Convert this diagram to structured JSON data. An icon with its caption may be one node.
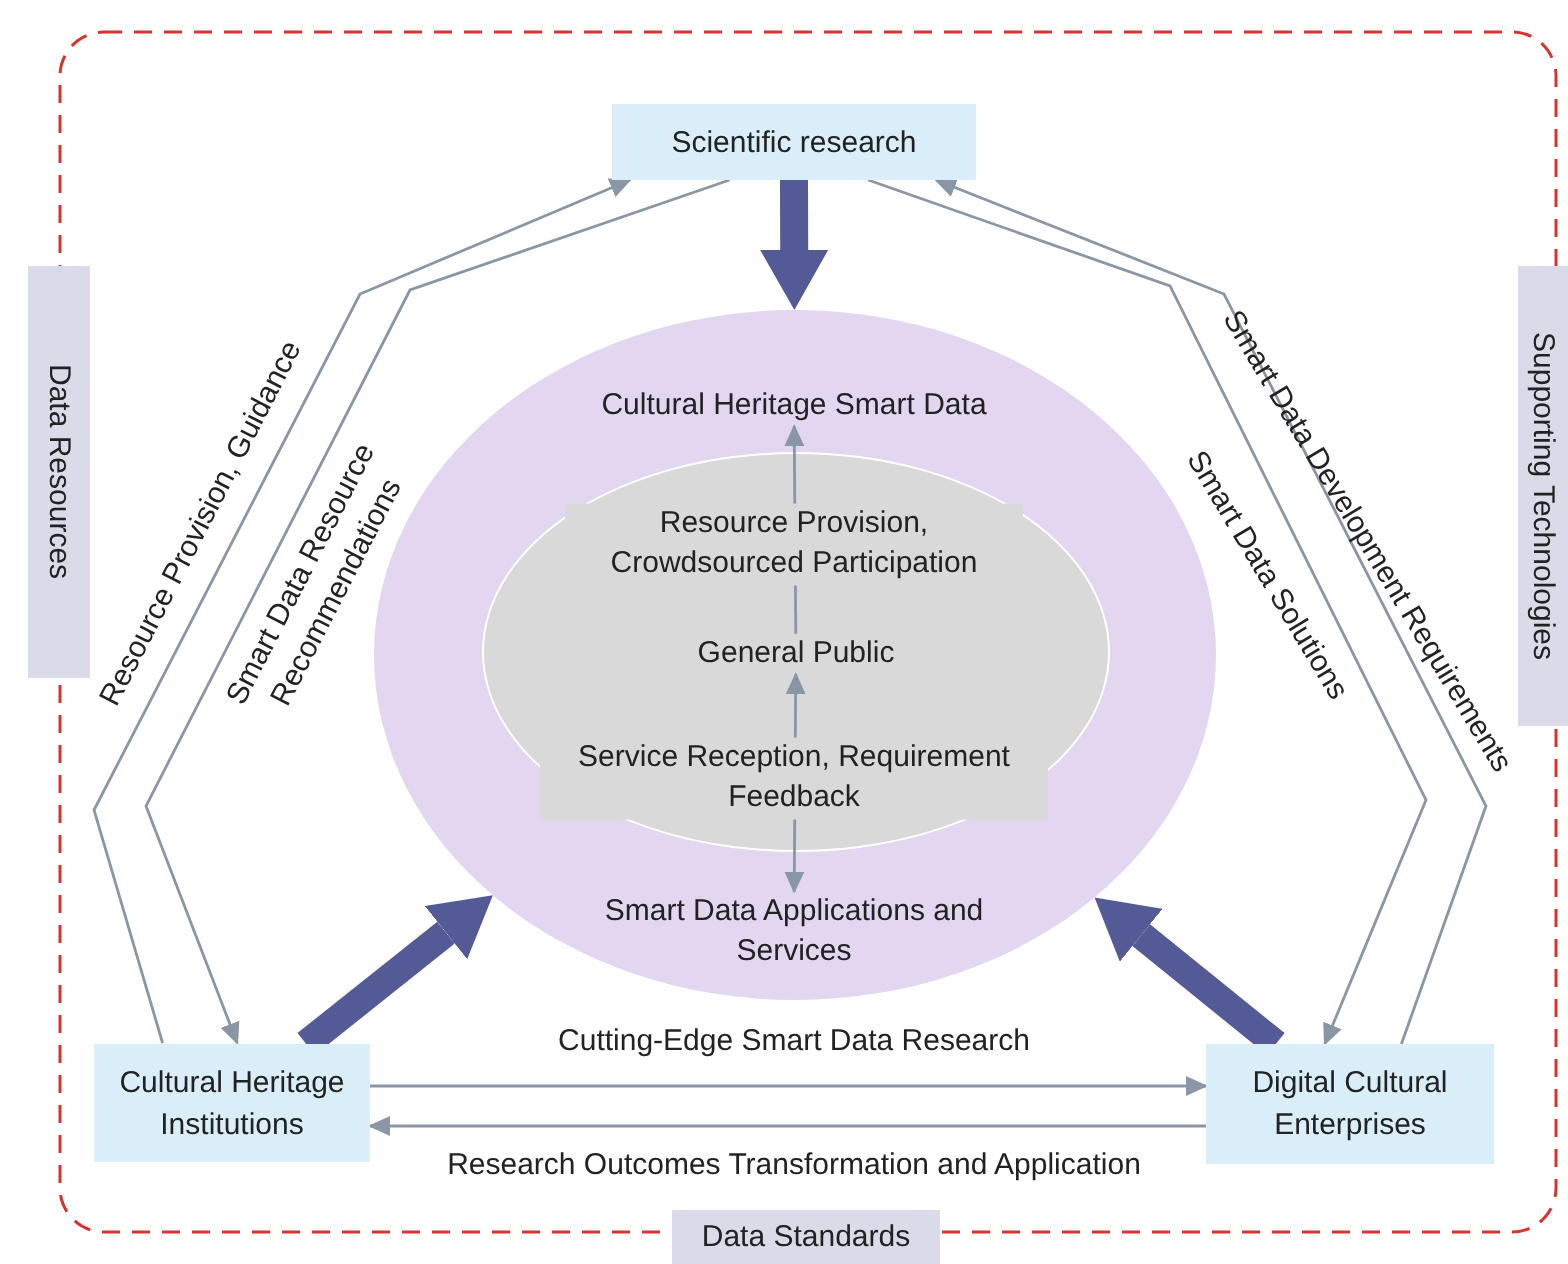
{
  "diagram": {
    "nodes": [
      {
        "text": [
          "Scientific research"
        ]
      },
      {
        "text": [
          "Data Resources"
        ]
      },
      {
        "text": [
          "Supporting Technologies"
        ]
      },
      {
        "text": [],
        "shape": "ellipse"
      },
      {
        "text": [
          "Cultural Heritage Smart Data"
        ],
        "in": 3
      },
      {
        "text": [],
        "shape": "ellipse",
        "in": 3
      },
      {
        "text": [
          "General Public"
        ],
        "in": 5
      },
      {
        "text": [
          "Smart Data Applications and Services"
        ],
        "in": 3
      },
      {
        "text": [
          "Cultural Heritage Institutions"
        ]
      },
      {
        "text": [
          "Digital Cultural Enterprises"
        ]
      },
      {
        "text": [
          "Data Standards"
        ]
      }
    ],
    "edges": [
      {
        "from": 0,
        "to": 3,
        "arrow": "to",
        "style": "thick",
        "color": "#545a96"
      },
      {
        "from": 8,
        "to": 3,
        "arrow": "to",
        "style": "thick",
        "color": "#545a96"
      },
      {
        "from": 9,
        "to": 3,
        "arrow": "to",
        "style": "thick",
        "color": "#545a96"
      },
      {
        "from": 6,
        "to": 4,
        "arrow": "to",
        "label": "Resource Provision, Crowdsourced Participation"
      },
      {
        "from": 6,
        "to": 7,
        "arrow": "both",
        "label": "Service Reception, Requirement Feedback"
      },
      {
        "from": 8,
        "to": 9,
        "arrow": "to",
        "label": "Cutting-Edge Smart Data Research"
      },
      {
        "from": 9,
        "to": 8,
        "arrow": "to",
        "label": "Research Outcomes Transformation and Application"
      },
      {
        "from": 8,
        "to": 0,
        "arrow": "to",
        "label": "Resource Provision, Guidance"
      },
      {
        "from": 0,
        "to": 8,
        "arrow": "to",
        "label": "Smart Data Resource Recommendations"
      },
      {
        "from": 9,
        "to": 0,
        "arrow": "to",
        "label": "Smart Data Development Requirements"
      },
      {
        "from": 0,
        "to": 9,
        "arrow": "to",
        "label": "Smart Data Solutions"
      }
    ]
  }
}
